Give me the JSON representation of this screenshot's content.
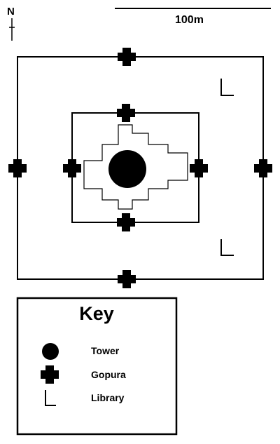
{
  "map": {
    "north_label": "N",
    "scale_label": "100m"
  },
  "key": {
    "title": "Key",
    "items": [
      {
        "symbol": "filled-circle",
        "label": "Tower"
      },
      {
        "symbol": "cross",
        "label": "Gopura"
      },
      {
        "symbol": "corner",
        "label": "Library"
      }
    ]
  },
  "colors": {
    "ink": "#000000",
    "paper": "#ffffff"
  }
}
